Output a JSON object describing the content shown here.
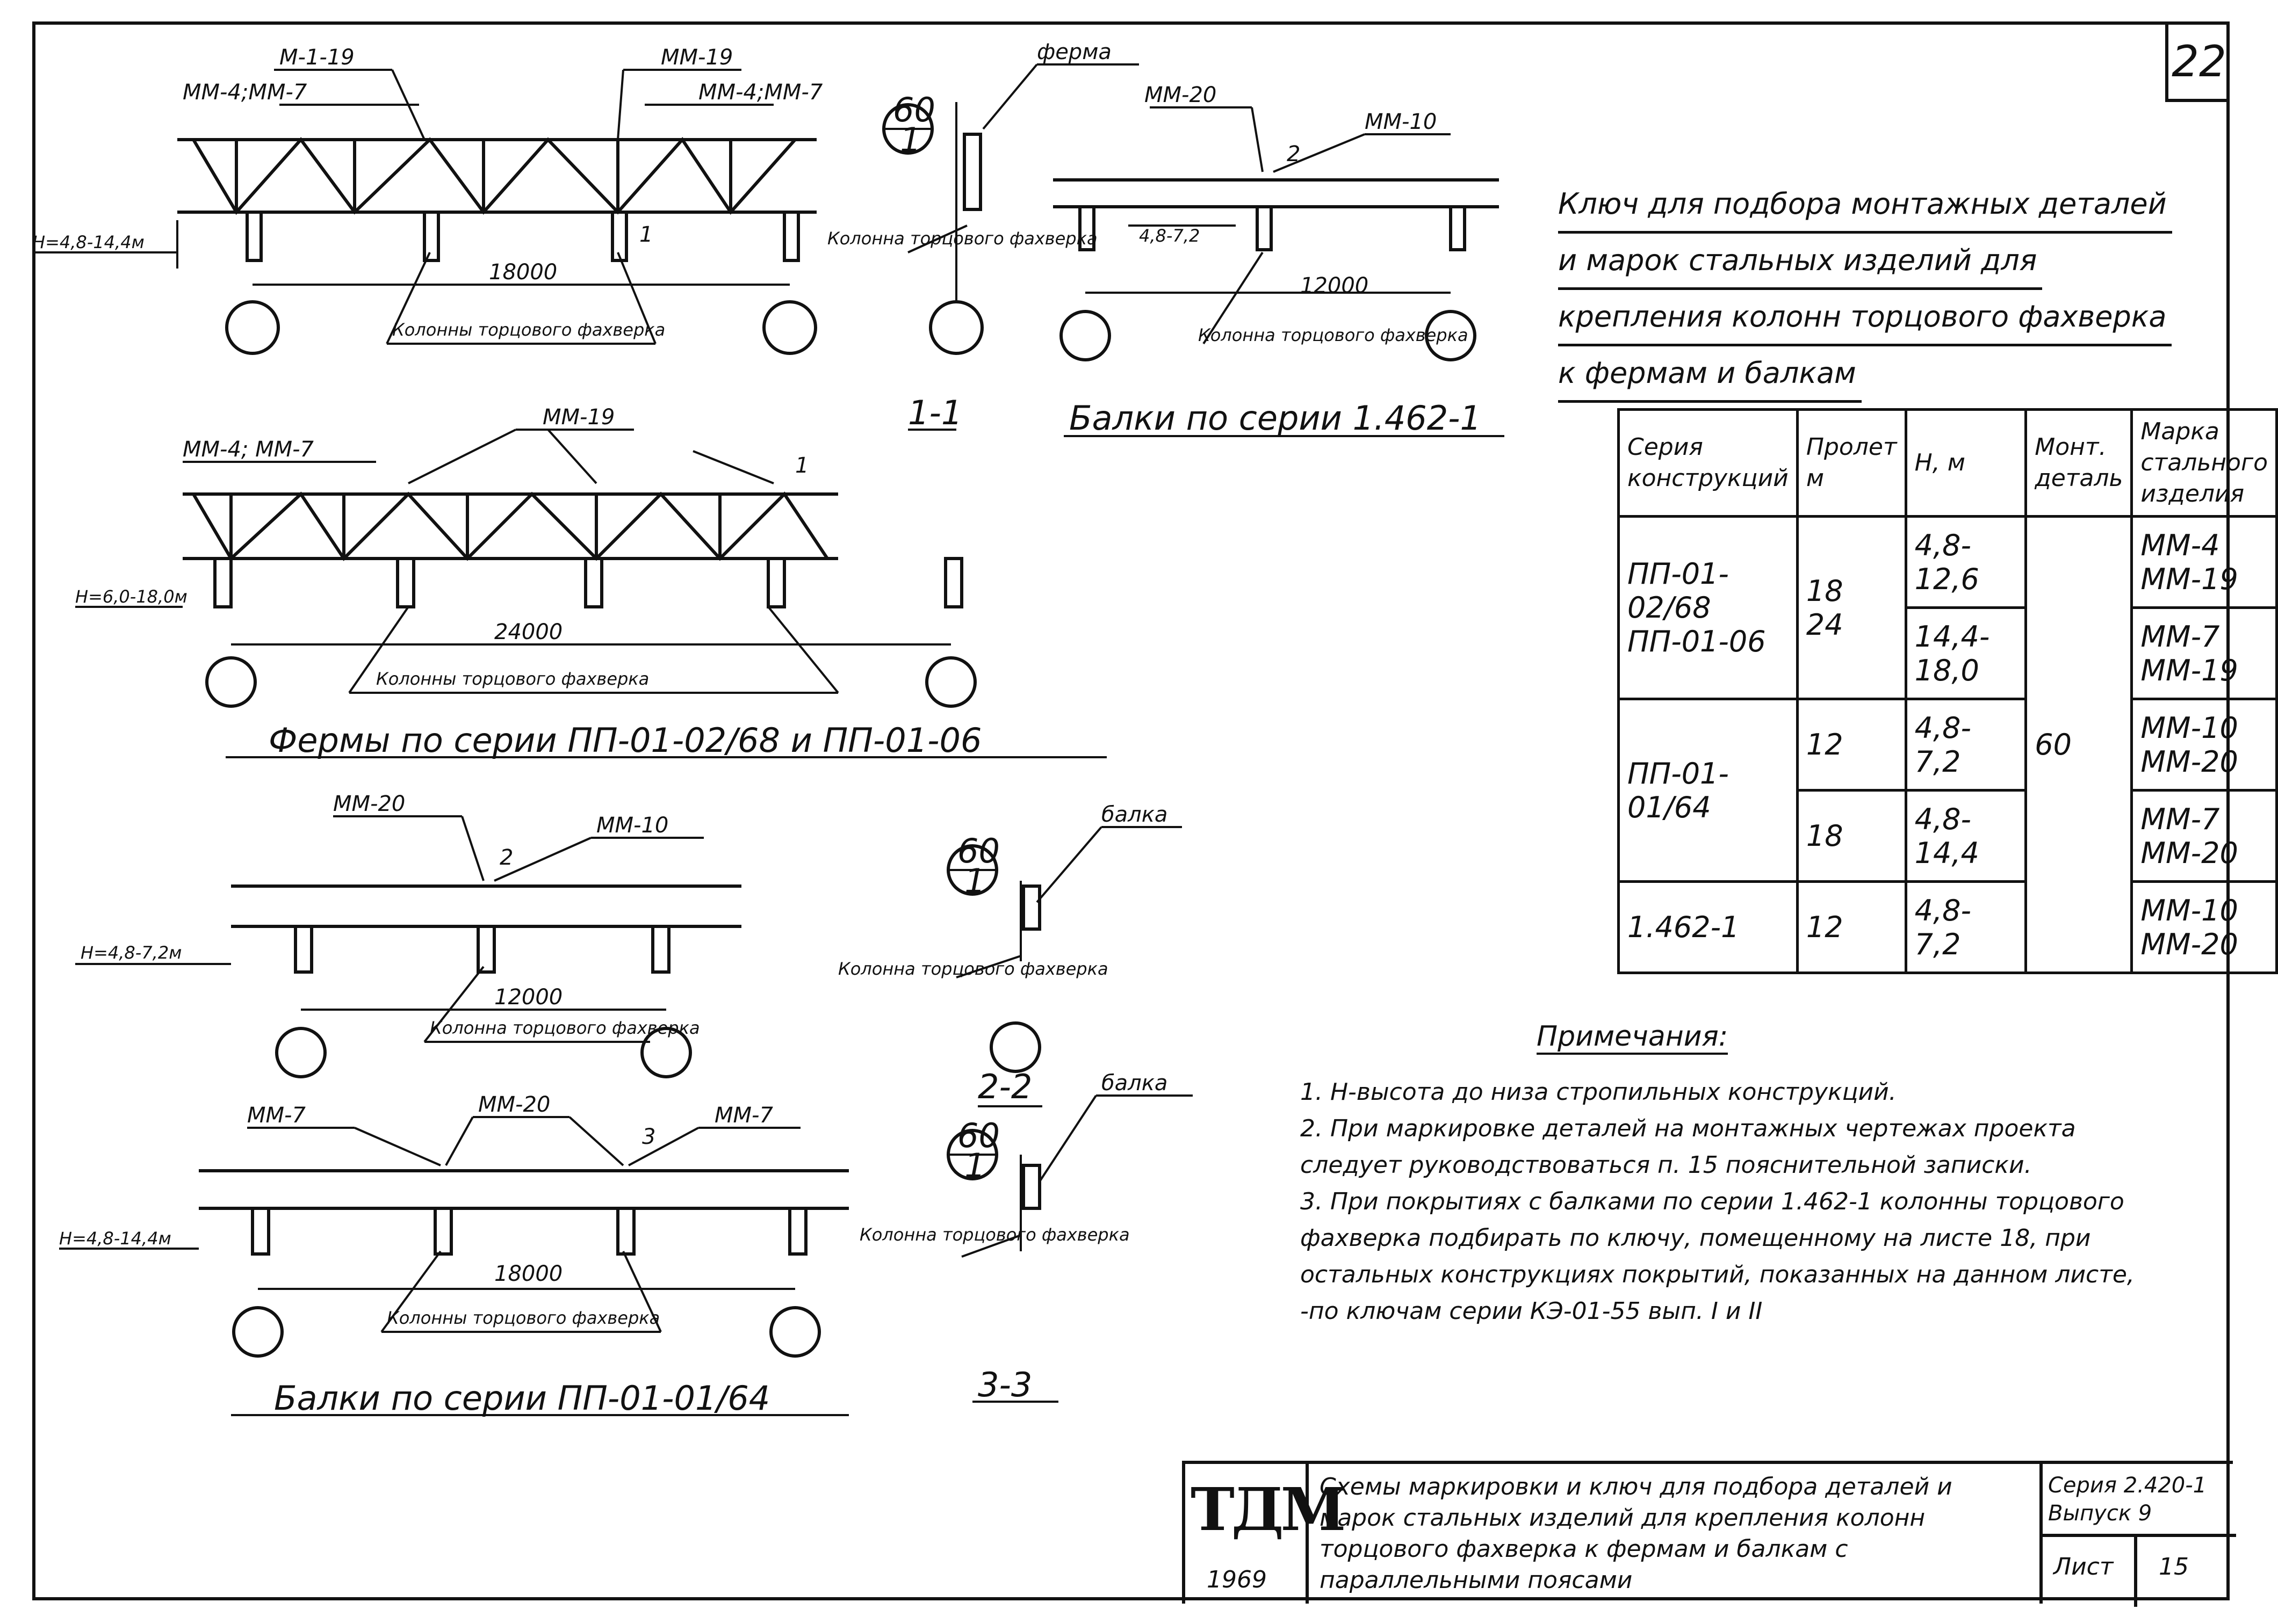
{
  "page_number": "22",
  "diagram1": {
    "marks": [
      "M-1-19",
      "MM-4;MM-7",
      "MM-19",
      "MM-4;MM-7"
    ],
    "height": "H=4,8-14,4м",
    "span": "18000",
    "columns": "Колонны торцового фахверка",
    "section": "1"
  },
  "detail1": {
    "label": "ферма",
    "circle_top": "60",
    "circle_bottom": "1",
    "column": "Колонна торцового фахверка",
    "section_name": "1-1"
  },
  "diagram2": {
    "marks": [
      "MM-20",
      "MM-10"
    ],
    "height": "4,8-7,2",
    "span": "12000",
    "columns": "Колонна торцового фахверка",
    "section": "2",
    "caption": "Балки по серии 1.462-1"
  },
  "diagram3": {
    "marks": [
      "MM-4; MM-7",
      "MM-19"
    ],
    "height": "H=6,0-18,0м",
    "span": "24000",
    "columns": "Колонны торцового фахверка",
    "section": "1",
    "caption": "Фермы по серии ПП-01-02/68 и ПП-01-06"
  },
  "diagram4": {
    "marks": [
      "MM-20",
      "MM-10"
    ],
    "height": "H=4,8-7,2м",
    "span": "12000",
    "columns": "Колонна торцового фахверка",
    "section": "2"
  },
  "detail2": {
    "label": "балка",
    "circle_top": "60",
    "circle_bottom": "1",
    "column": "Колонна торцового фахверка",
    "section_name": "2-2"
  },
  "diagram5": {
    "marks": [
      "MM-7",
      "MM-20",
      "MM-7"
    ],
    "height": "H=4,8-14,4м",
    "span": "18000",
    "columns": "Колонны торцового фахверка",
    "section": "3",
    "caption": "Балки по серии ПП-01-01/64"
  },
  "detail3": {
    "label": "балка",
    "circle_top": "60",
    "circle_bottom": "1",
    "column": "Колонна торцового фахверка",
    "section_name": "3-3"
  },
  "key_title": [
    "Ключ для подбора монтажных деталей",
    "и марок стальных изделий для",
    "крепления колонн торцового фахверка",
    "к фермам и балкам"
  ],
  "table": {
    "headers": [
      "Серия конструкций",
      "Пролет м",
      "H, м",
      "Монт. деталь",
      "Марка стального изделия"
    ],
    "rows": [
      {
        "series": "ПП-01-02/68",
        "span": "18",
        "h": "4,8-12,6",
        "detail": "",
        "mark": "MM-4 MM-19"
      },
      {
        "series": "ПП-01-06",
        "span": "24",
        "h": "14,4-18,0",
        "detail": "",
        "mark": "MM-7 MM-19"
      },
      {
        "series": "ПП-01-01/64",
        "span": "12",
        "h": "4,8-7,2",
        "detail": "60",
        "mark": "MM-10 MM-20"
      },
      {
        "series": "",
        "span": "18",
        "h": "4,8-14,4",
        "detail": "",
        "mark": "MM-7 MM-20"
      },
      {
        "series": "1.462-1",
        "span": "12",
        "h": "4,8-7,2",
        "detail": "",
        "mark": "MM-10 MM-20"
      }
    ]
  },
  "notes_title": "Примечания:",
  "notes": [
    "1. H-высота до низа стропильных конструкций.",
    "2. При маркировке деталей на монтажных чертежах проекта следует руководствоваться п. 15 пояснительной записки.",
    "3. При покрытиях с балками по серии 1.462-1 колонны торцового фахверка подбирать по ключу, помещенному на листе 18, при остальных конструкциях покрытий, показанных на данном листе, -по ключам серии КЭ-01-55 вып. I и II"
  ],
  "titleblock": {
    "logo": "ТДМ",
    "year": "1969",
    "description": "Схемы маркировки и ключ для подбора деталей и марок стальных изделий для крепления колонн торцового фахверка к фермам и балкам с параллельными поясами",
    "series": "Серия 2.420-1",
    "issue": "Выпуск 9",
    "sheet_label": "Лист",
    "sheet_number": "15"
  }
}
